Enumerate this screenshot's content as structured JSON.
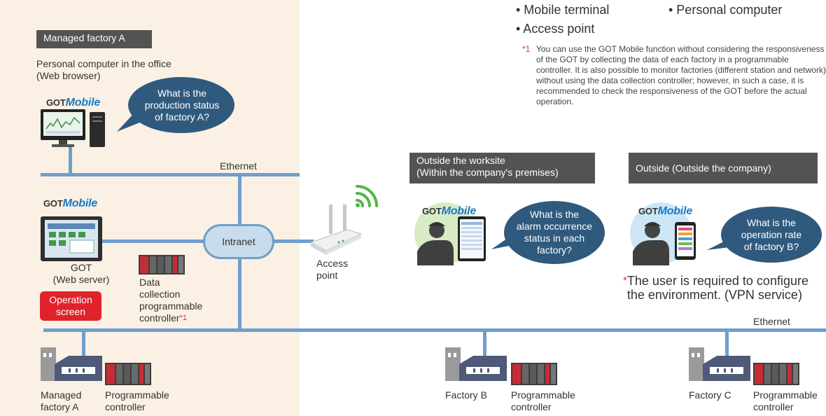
{
  "bullets": {
    "mobile_terminal": "• Mobile terminal",
    "personal_computer": "• Personal computer",
    "access_point": "• Access point"
  },
  "note": {
    "marker": "*1",
    "text": "You can use the GOT Mobile function without considering the responsiveness of the GOT by collecting the data of each factory in a programmable controller. It is also possible to monitor factories (different station and network) without using the data collection controller; however, in such a case, it is recommended to check the responsiveness of the GOT before the actual operation."
  },
  "managed_factory": {
    "label": "Managed factory A",
    "pc_label": "Personal computer in the office\n(Web browser)",
    "pc_question": "What is the\nproduction status\nof factory A?",
    "got_label": "GOT\n(Web server)",
    "operation_screen": "Operation\nscreen",
    "data_collection": "Data\ncollection\nprogrammable\ncontroller",
    "data_collection_marker": "*1"
  },
  "logo": {
    "got": "GOT",
    "mobile": "Mobile"
  },
  "network": {
    "ethernet_top": "Ethernet",
    "ethernet_bottom": "Ethernet",
    "intranet": "Intranet",
    "access_point": "Access\npoint"
  },
  "worksite": {
    "label": "Outside the worksite\n(Within the company's premises)",
    "question": "What is the\nalarm occurrence\nstatus in each\nfactory?"
  },
  "outside": {
    "label": "Outside (Outside the company)",
    "label_marker": "*",
    "question": "What is the\noperation rate\nof factory B?",
    "footnote_marker": "*",
    "footnote": "The user is required to configure\nthe environment. (VPN service)"
  },
  "factories": [
    {
      "name": "Managed\nfactory A",
      "controller": "Programmable\ncontroller"
    },
    {
      "name": "Factory B",
      "controller": "Programmable\ncontroller"
    },
    {
      "name": "Factory C",
      "controller": "Programmable\ncontroller"
    }
  ],
  "colors": {
    "bubble": "#2f5a7e",
    "network_line": "#6f9fcc",
    "factory_background": "#faf0e4",
    "label_background": "#535353",
    "operation_button": "#e0232b",
    "marker": "#e0286b"
  }
}
